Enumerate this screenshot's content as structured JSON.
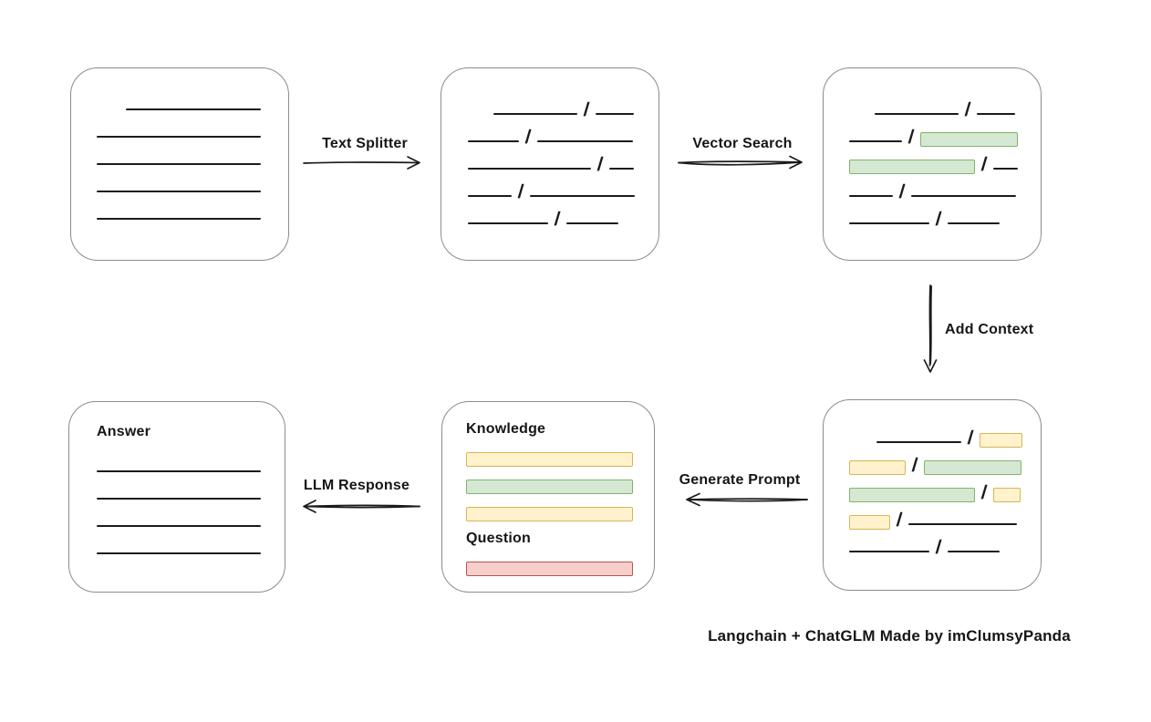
{
  "caption": "Langchain + ChatGLM Made by imClumsyPanda",
  "glyphs": {
    "slash": "/"
  },
  "colors": {
    "green_fill": "#d5e8d4",
    "green_border": "#82b366",
    "yellow_fill": "#fff2cc",
    "yellow_border": "#d6b656",
    "red_fill": "#f8cecc",
    "red_border": "#b85450",
    "box_border": "#8c8c8c",
    "ink": "#1b1b1b"
  },
  "labels": {
    "text_splitter": "Text Splitter",
    "vector_search": "Vector Search",
    "add_context": "Add Context",
    "generate_prompt": "Generate Prompt",
    "llm_response": "LLM Response"
  },
  "nodes": {
    "document": {
      "rows": [
        {
          "indent": 32,
          "segments": [
            {
              "t": "line",
              "w": 148
            }
          ]
        },
        {
          "segments": [
            {
              "t": "line",
              "w": 180
            }
          ]
        },
        {
          "segments": [
            {
              "t": "line",
              "w": 180
            }
          ]
        },
        {
          "segments": [
            {
              "t": "line",
              "w": 180
            }
          ]
        },
        {
          "segments": [
            {
              "t": "line",
              "w": 180
            }
          ]
        }
      ]
    },
    "chunks": {
      "rows": [
        {
          "indent": 28,
          "segments": [
            {
              "t": "line",
              "w": 92
            },
            {
              "t": "slash"
            },
            {
              "t": "line",
              "w": 42
            }
          ]
        },
        {
          "segments": [
            {
              "t": "line",
              "w": 56
            },
            {
              "t": "slash"
            },
            {
              "t": "line",
              "w": 105
            }
          ]
        },
        {
          "segments": [
            {
              "t": "line",
              "w": 135
            },
            {
              "t": "slash"
            },
            {
              "t": "line",
              "w": 27
            }
          ]
        },
        {
          "segments": [
            {
              "t": "line",
              "w": 48
            },
            {
              "t": "slash"
            },
            {
              "t": "line",
              "w": 115
            }
          ]
        },
        {
          "segments": [
            {
              "t": "line",
              "w": 88
            },
            {
              "t": "slash"
            },
            {
              "t": "line",
              "w": 57
            }
          ]
        }
      ]
    },
    "matched": {
      "rows": [
        {
          "indent": 28,
          "segments": [
            {
              "t": "line",
              "w": 92
            },
            {
              "t": "slash"
            },
            {
              "t": "line",
              "w": 42
            }
          ]
        },
        {
          "segments": [
            {
              "t": "line",
              "w": 58
            },
            {
              "t": "slash"
            },
            {
              "t": "chip",
              "c": "green",
              "w": 107
            }
          ]
        },
        {
          "segments": [
            {
              "t": "chip",
              "c": "green",
              "w": 138
            },
            {
              "t": "slash"
            },
            {
              "t": "line",
              "w": 27
            }
          ]
        },
        {
          "segments": [
            {
              "t": "line",
              "w": 48
            },
            {
              "t": "slash"
            },
            {
              "t": "line",
              "w": 115
            }
          ]
        },
        {
          "segments": [
            {
              "t": "line",
              "w": 88
            },
            {
              "t": "slash"
            },
            {
              "t": "line",
              "w": 57
            }
          ]
        }
      ]
    },
    "context": {
      "rows": [
        {
          "indent": 30,
          "segments": [
            {
              "t": "line",
              "w": 93
            },
            {
              "t": "slash"
            },
            {
              "t": "chip",
              "c": "yellow",
              "w": 47
            }
          ]
        },
        {
          "segments": [
            {
              "t": "chip",
              "c": "yellow",
              "w": 62
            },
            {
              "t": "slash"
            },
            {
              "t": "chip",
              "c": "green",
              "w": 107
            }
          ]
        },
        {
          "segments": [
            {
              "t": "chip",
              "c": "green",
              "w": 138
            },
            {
              "t": "slash"
            },
            {
              "t": "chip",
              "c": "yellow",
              "w": 30
            }
          ]
        },
        {
          "segments": [
            {
              "t": "chip",
              "c": "yellow",
              "w": 45
            },
            {
              "t": "slash"
            },
            {
              "t": "line",
              "w": 119
            }
          ]
        },
        {
          "segments": [
            {
              "t": "line",
              "w": 88
            },
            {
              "t": "slash"
            },
            {
              "t": "line",
              "w": 57
            }
          ]
        }
      ]
    },
    "prompt": {
      "knowledge_label": "Knowledge",
      "question_label": "Question",
      "knowledge_rows": [
        {
          "segments": [
            {
              "t": "chip",
              "c": "yellow",
              "w": 183
            }
          ]
        },
        {
          "segments": [
            {
              "t": "chip",
              "c": "green",
              "w": 183
            }
          ]
        },
        {
          "segments": [
            {
              "t": "chip",
              "c": "yellow",
              "w": 183
            }
          ]
        }
      ],
      "question_rows": [
        {
          "segments": [
            {
              "t": "chip",
              "c": "red",
              "w": 183
            }
          ]
        }
      ]
    },
    "answer": {
      "label": "Answer",
      "rows": [
        {
          "segments": [
            {
              "t": "line",
              "w": 180
            }
          ]
        },
        {
          "segments": [
            {
              "t": "line",
              "w": 180
            }
          ]
        },
        {
          "segments": [
            {
              "t": "line",
              "w": 180
            }
          ]
        },
        {
          "segments": [
            {
              "t": "line",
              "w": 180
            }
          ]
        }
      ]
    }
  }
}
